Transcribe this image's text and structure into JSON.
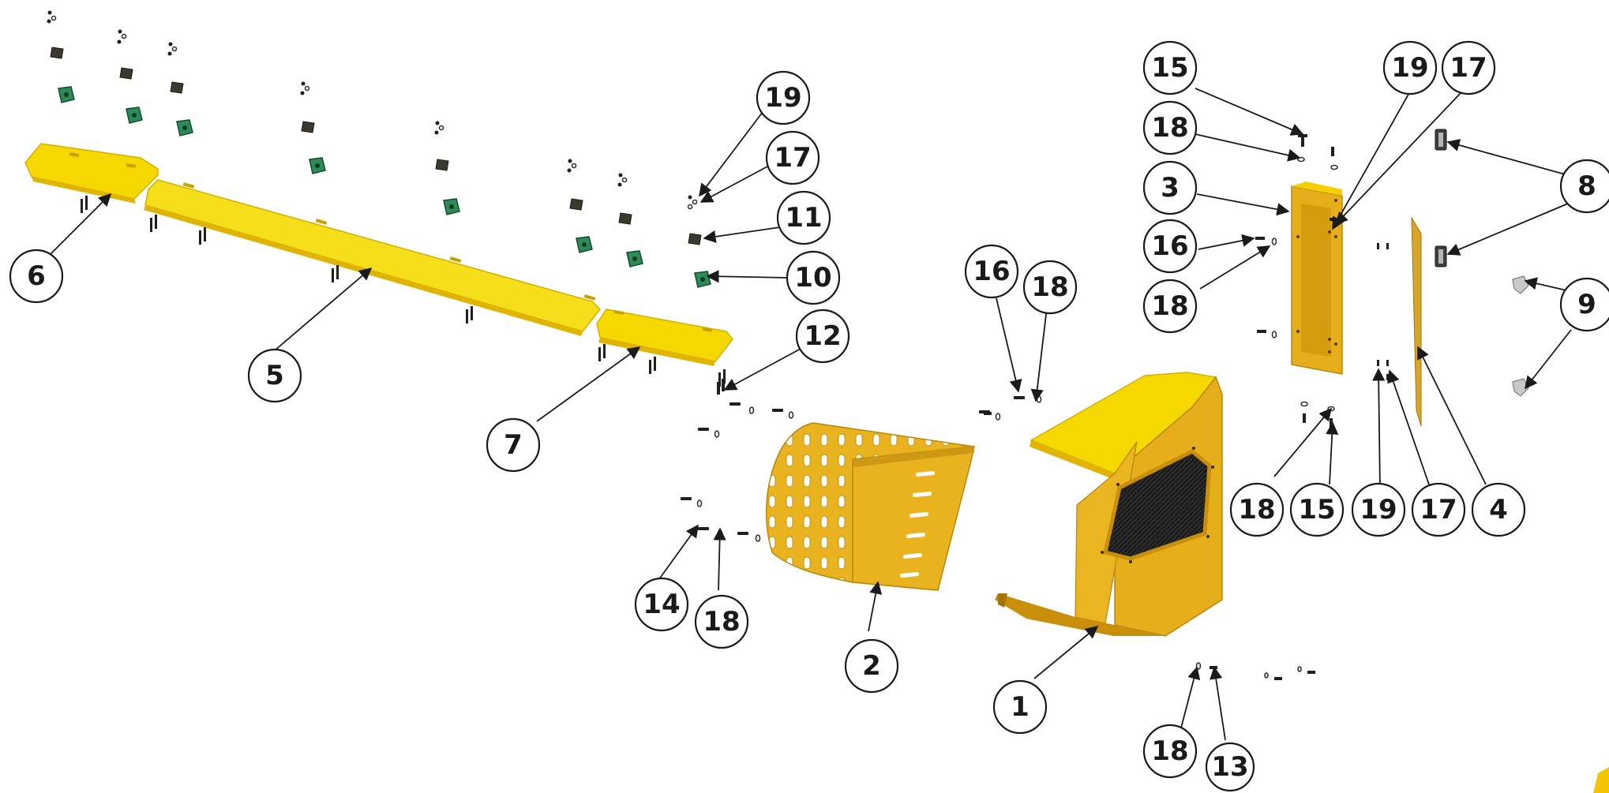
{
  "diagram": {
    "callouts": [
      {
        "id": "c-6",
        "label": "6"
      },
      {
        "id": "c-5",
        "label": "5"
      },
      {
        "id": "c-7",
        "label": "7"
      },
      {
        "id": "c-19a",
        "label": "19"
      },
      {
        "id": "c-17a",
        "label": "17"
      },
      {
        "id": "c-11",
        "label": "11"
      },
      {
        "id": "c-10",
        "label": "10"
      },
      {
        "id": "c-12",
        "label": "12"
      },
      {
        "id": "c-14",
        "label": "14"
      },
      {
        "id": "c-18a",
        "label": "18"
      },
      {
        "id": "c-2",
        "label": "2"
      },
      {
        "id": "c-1",
        "label": "1"
      },
      {
        "id": "c-16a",
        "label": "16"
      },
      {
        "id": "c-18b",
        "label": "18"
      },
      {
        "id": "c-15a",
        "label": "15"
      },
      {
        "id": "c-18c",
        "label": "18"
      },
      {
        "id": "c-3",
        "label": "3"
      },
      {
        "id": "c-16b",
        "label": "16"
      },
      {
        "id": "c-18d",
        "label": "18"
      },
      {
        "id": "c-19b",
        "label": "19"
      },
      {
        "id": "c-17b",
        "label": "17"
      },
      {
        "id": "c-8",
        "label": "8"
      },
      {
        "id": "c-9",
        "label": "9"
      },
      {
        "id": "c-18e",
        "label": "18"
      },
      {
        "id": "c-15b",
        "label": "15"
      },
      {
        "id": "c-19c",
        "label": "19"
      },
      {
        "id": "c-17c",
        "label": "17"
      },
      {
        "id": "c-4",
        "label": "4"
      },
      {
        "id": "c-18f",
        "label": "18"
      },
      {
        "id": "c-13",
        "label": "13"
      }
    ],
    "colors": {
      "panel_yellow": "#f5d800",
      "panel_shadow": "#e0b400",
      "guard_gold": "#e6ae1a",
      "guard_dark": "#c98f0a",
      "rubber_green": "#2e8b57",
      "mesh_dark": "#1e1e1e"
    }
  }
}
